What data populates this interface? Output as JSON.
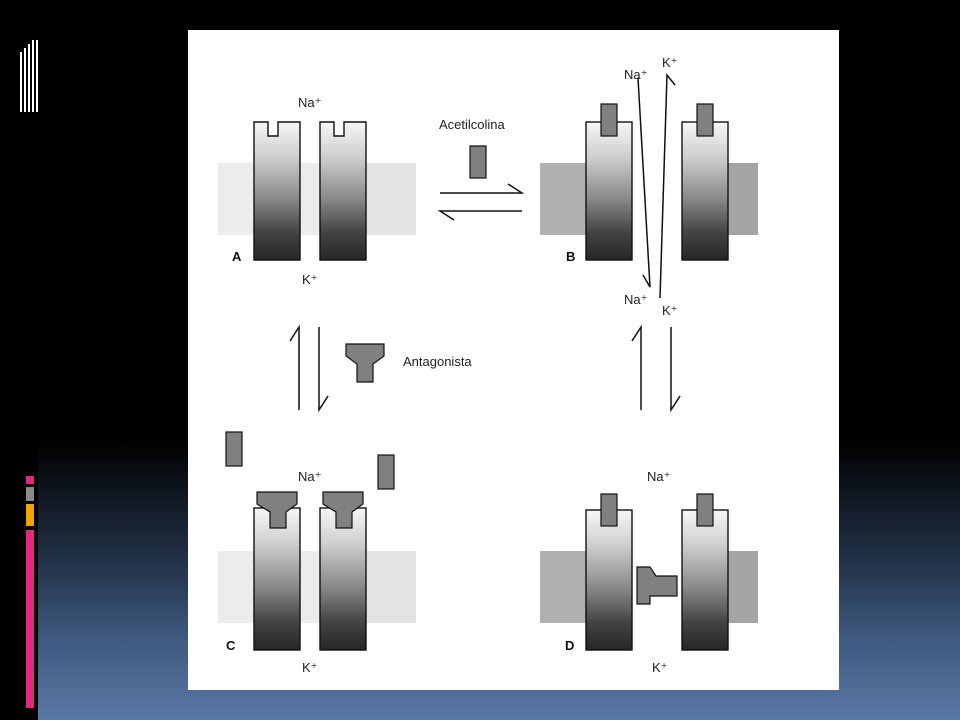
{
  "labels": {
    "acetylcholine": "Acetilcolina",
    "antagonist": "Antagonista"
  },
  "panels": {
    "a": "A",
    "b": "B",
    "c": "C",
    "d": "D"
  },
  "ions": {
    "a_top": "Na⁺",
    "a_bottom": "K⁺",
    "b_na_top": "Na⁺",
    "b_k_top": "K⁺",
    "b_na_bottom": "Na⁺",
    "b_k_bottom": "K⁺",
    "c_top": "Na⁺",
    "c_bottom": "K⁺",
    "d_top": "Na⁺",
    "d_bottom": "K⁺"
  },
  "colors": {
    "deco_magenta": "#e0297f",
    "deco_gray": "#8a8a8a",
    "deco_orange": "#f0a500"
  }
}
